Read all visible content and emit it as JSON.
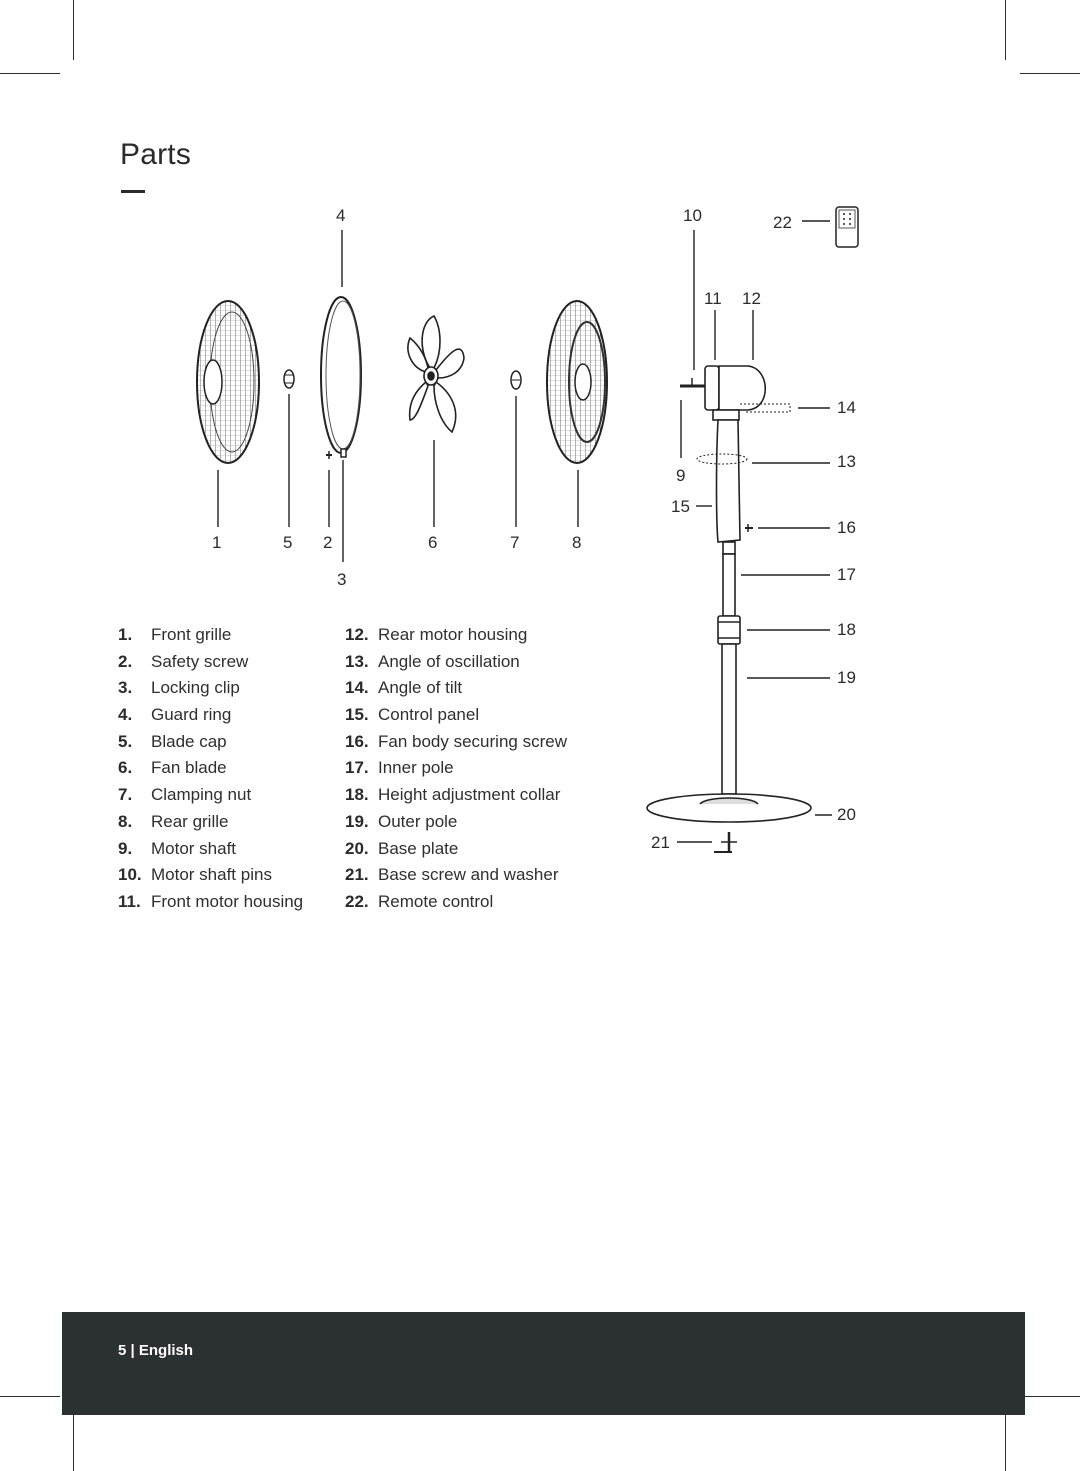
{
  "page": {
    "title": "Parts",
    "footer_label": "5 | English"
  },
  "callouts": {
    "c1": "1",
    "c2": "2",
    "c3": "3",
    "c4": "4",
    "c5": "5",
    "c6": "6",
    "c7": "7",
    "c8": "8",
    "c9": "9",
    "c10": "10",
    "c11": "11",
    "c12": "12",
    "c13": "13",
    "c14": "14",
    "c15": "15",
    "c16": "16",
    "c17": "17",
    "c18": "18",
    "c19": "19",
    "c20": "20",
    "c21": "21",
    "c22": "22"
  },
  "parts_left": [
    {
      "num": "1.",
      "label": "Front grille"
    },
    {
      "num": "2.",
      "label": "Safety screw"
    },
    {
      "num": "3.",
      "label": "Locking clip"
    },
    {
      "num": "4.",
      "label": "Guard ring"
    },
    {
      "num": "5.",
      "label": "Blade cap"
    },
    {
      "num": "6.",
      "label": "Fan blade"
    },
    {
      "num": "7.",
      "label": "Clamping nut"
    },
    {
      "num": "8.",
      "label": "Rear grille"
    },
    {
      "num": "9.",
      "label": "Motor shaft"
    },
    {
      "num": "10.",
      "label": "Motor shaft pins"
    },
    {
      "num": "11.",
      "label": "Front motor housing"
    }
  ],
  "parts_right": [
    {
      "num": "12.",
      "label": "Rear motor housing"
    },
    {
      "num": "13.",
      "label": "Angle of oscillation"
    },
    {
      "num": "14.",
      "label": "Angle of tilt"
    },
    {
      "num": "15.",
      "label": "Control panel"
    },
    {
      "num": "16.",
      "label": "Fan body securing screw"
    },
    {
      "num": "17.",
      "label": "Inner pole"
    },
    {
      "num": "18.",
      "label": "Height adjustment collar"
    },
    {
      "num": "19.",
      "label": "Outer pole"
    },
    {
      "num": "20.",
      "label": "Base plate"
    },
    {
      "num": "21.",
      "label": "Base screw and washer"
    },
    {
      "num": "22.",
      "label": "Remote control"
    }
  ]
}
